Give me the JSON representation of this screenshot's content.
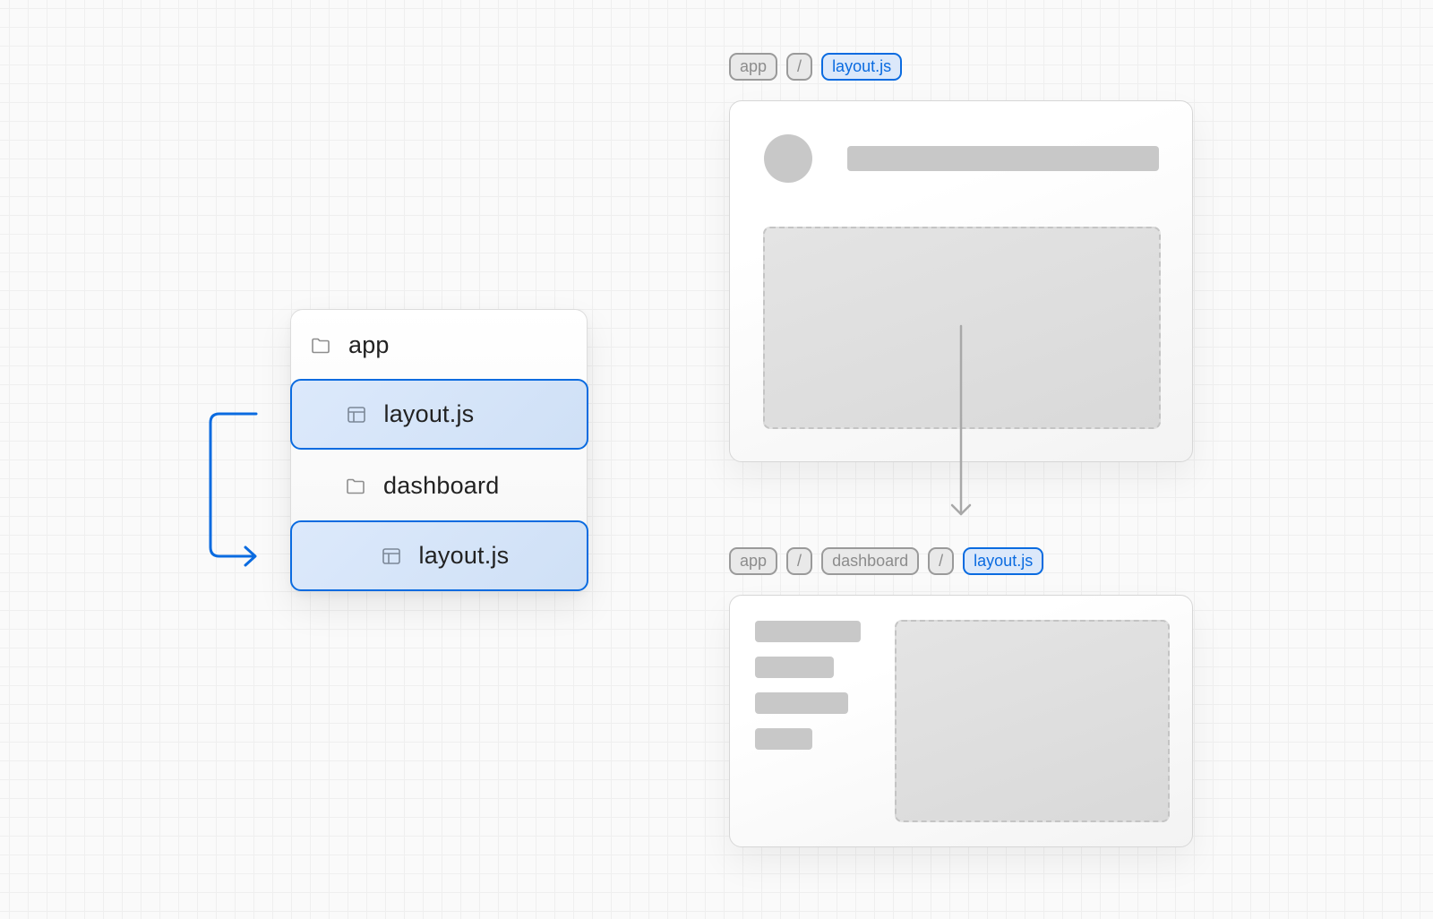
{
  "file_tree": {
    "items": [
      {
        "label": "app",
        "icon": "folder-icon",
        "depth": 0,
        "selected": false
      },
      {
        "label": "layout.js",
        "icon": "layout-icon",
        "depth": 1,
        "selected": true
      },
      {
        "label": "dashboard",
        "icon": "folder-icon",
        "depth": 1,
        "selected": false
      },
      {
        "label": "layout.js",
        "icon": "layout-icon",
        "depth": 2,
        "selected": true
      }
    ]
  },
  "root_layout": {
    "breadcrumb": [
      "app",
      "/",
      "layout.js"
    ],
    "active_segment": "layout.js"
  },
  "nested_layout": {
    "breadcrumb": [
      "app",
      "/",
      "dashboard",
      "/",
      "layout.js"
    ],
    "active_segment": "layout.js"
  },
  "colors": {
    "accent": "#0a6be0",
    "selected_bg": "#dbe8fa",
    "skeleton": "#c8c8c8",
    "slot_border": "#c4c4c4",
    "breadcrumb_border": "#9a9a9a"
  }
}
